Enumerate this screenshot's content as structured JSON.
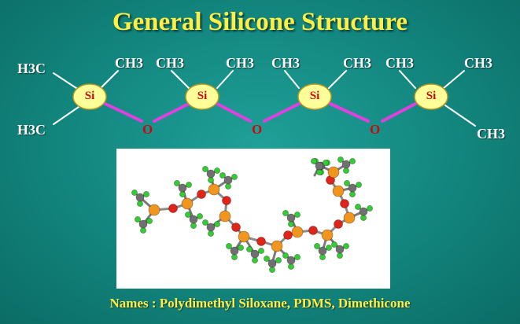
{
  "slide": {
    "title": "General Silicone Structure",
    "names": "Names : Polydimethyl Siloxane, PDMS,  Dimethicone"
  },
  "structure": {
    "left_h3c_top": "H3C",
    "left_h3c_bottom": "H3C",
    "methyl_label": "CH3",
    "silicon_label": "Si",
    "oxygen_label": "O"
  },
  "colors": {
    "background": "#12857d",
    "title": "#ffee44",
    "silicon_fill": "#ffff99",
    "bond_si_o": "#e040e0",
    "oxygen_text": "#c80a12",
    "methyl_bond": "#ffffff"
  }
}
